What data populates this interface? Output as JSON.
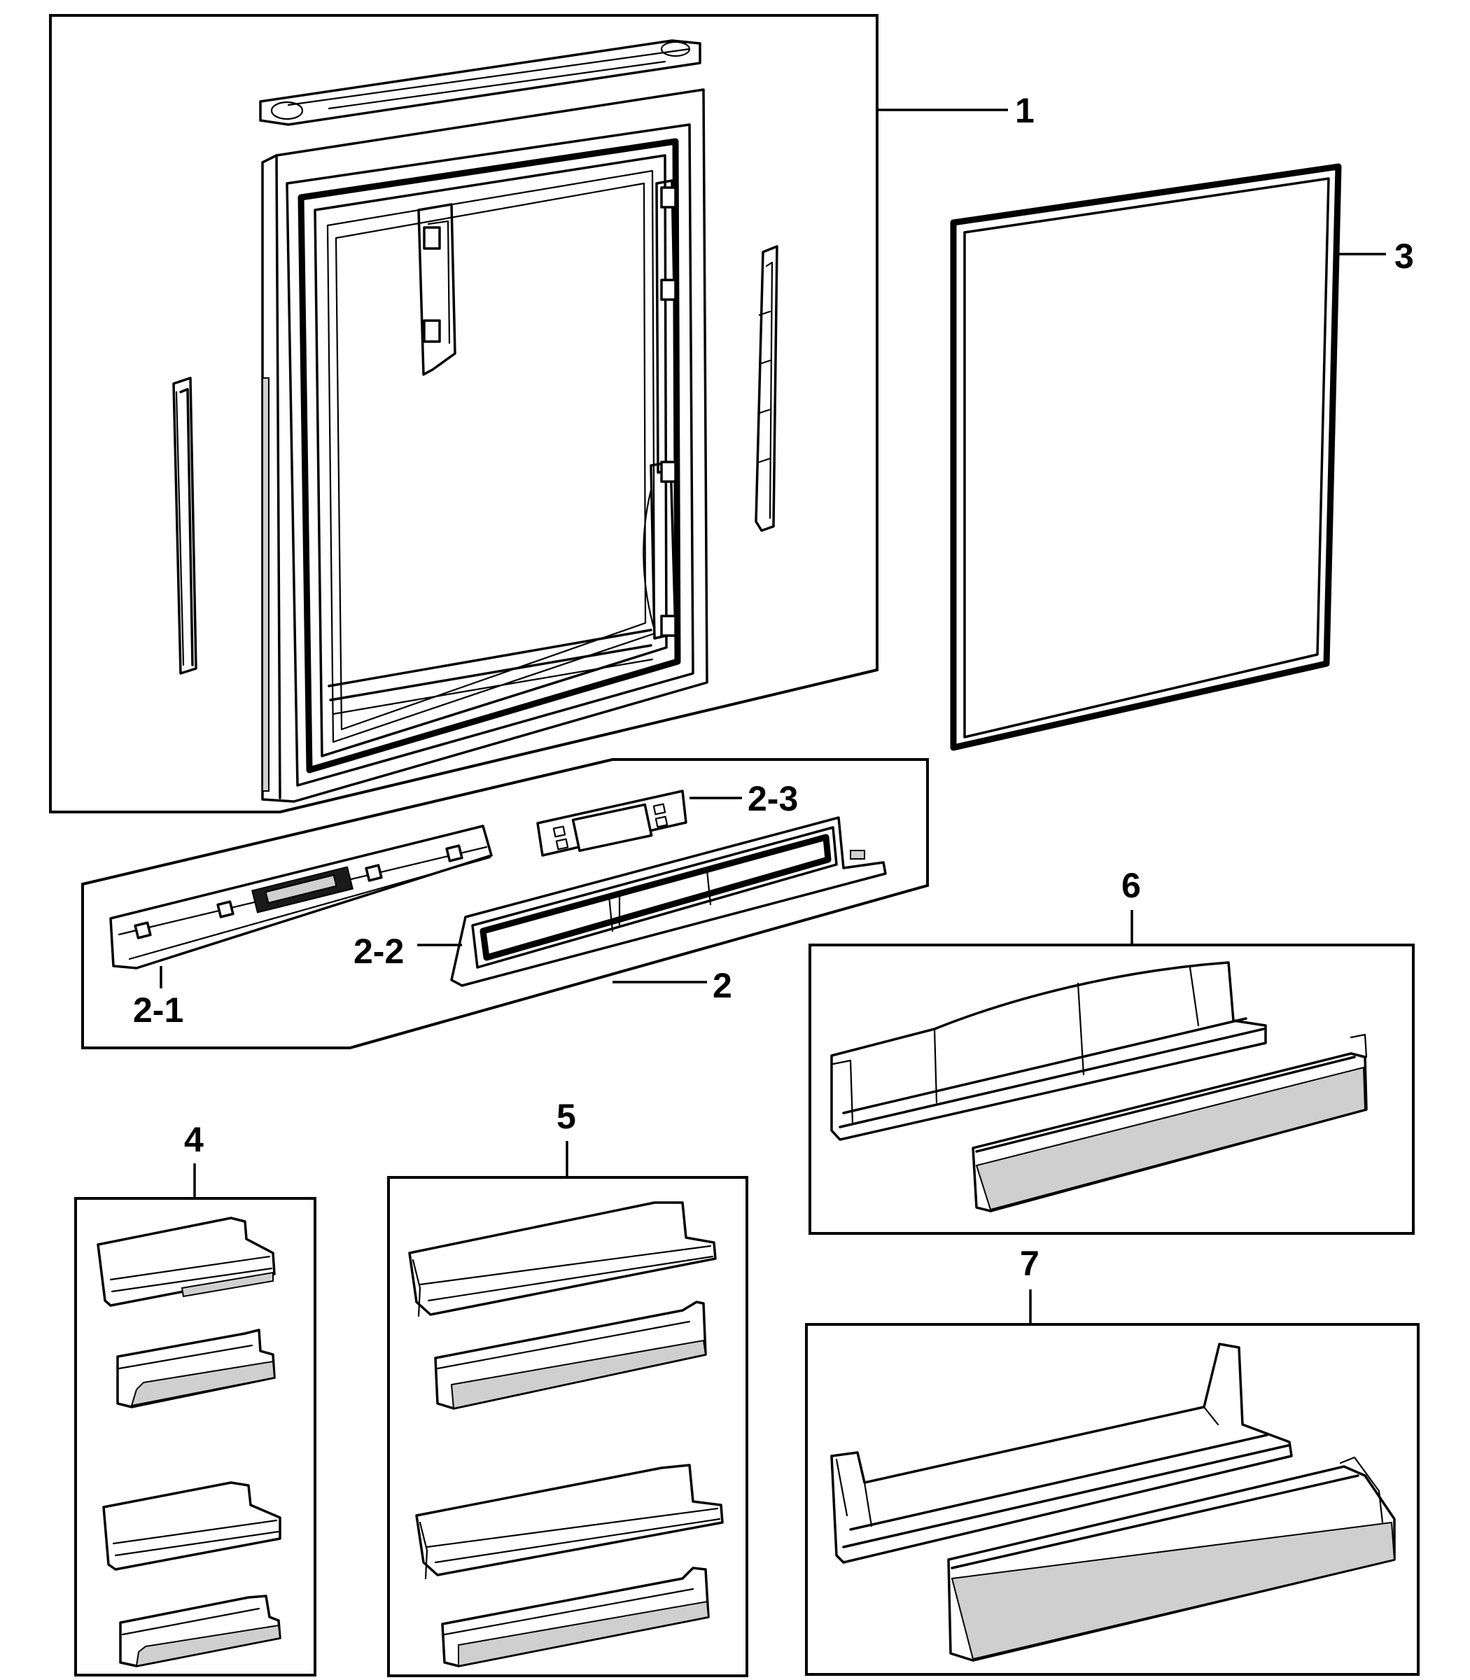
{
  "callouts": {
    "c1": "1",
    "c2": "2",
    "c2_1": "2-1",
    "c2_2": "2-2",
    "c2_3": "2-3",
    "c3": "3",
    "c4": "4",
    "c5": "5",
    "c6": "6",
    "c7": "7"
  }
}
